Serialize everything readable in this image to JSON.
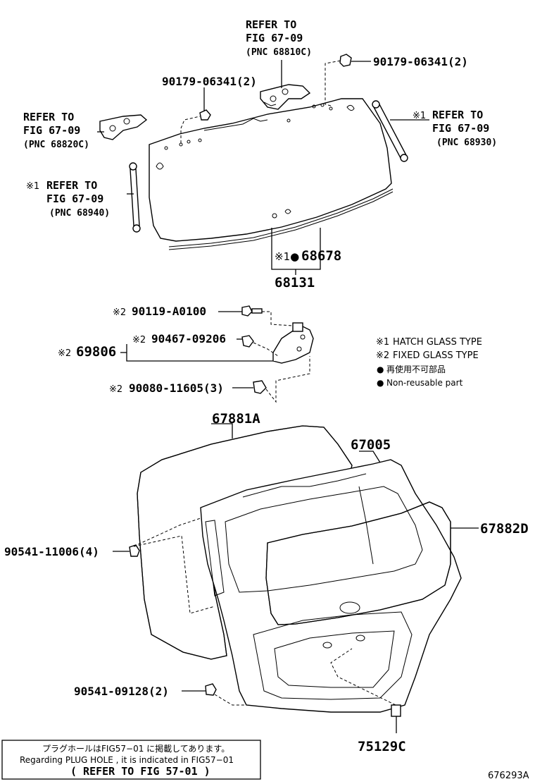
{
  "labels": {
    "refer_top_1": "REFER TO",
    "refer_top_2": "FIG 67-09",
    "refer_top_3": "(PNC 68810C)",
    "bolt_right": "90179-06341(2)",
    "bolt_left": "90179-06341(2)",
    "refer_left_1": "REFER TO",
    "refer_left_2": "FIG 67-09",
    "refer_left_3": "(PNC 68820C)",
    "refer_right_mark": "※1",
    "refer_right_1": "REFER TO",
    "refer_right_2": "FIG 67-09",
    "refer_right_3": "(PNC 68930)",
    "refer_strut_mark": "※1",
    "refer_strut_1": "REFER TO",
    "refer_strut_2": "FIG 67-09",
    "refer_strut_3": "(PNC 68940)",
    "glass_sub_mark": "※1●",
    "glass_sub": "68678",
    "glass": "68131",
    "bolt_90119_mark": "※2",
    "bolt_90119": "90119-A0100",
    "nut_90467_mark": "※2",
    "nut_90467": "90467-09206",
    "bracket_mark": "※2",
    "bracket": "69806",
    "screw_90080_mark": "※2",
    "screw_90080": "90080-11605(3)",
    "weatherstrip": "67881A",
    "door_panel": "67005",
    "garnish": "67882D",
    "clip_90541_11006": "90541-11006(4)",
    "clip_90541_09128": "90541-09128(2)",
    "plug": "75129C",
    "figure_id": "676293A"
  },
  "legend": [
    {
      "mark": "※1",
      "text": "HATCH GLASS TYPE"
    },
    {
      "mark": "※2",
      "text": "FIXED GLASS TYPE"
    },
    {
      "mark": "●",
      "text": "再使用不可部品"
    },
    {
      "mark": "●",
      "text": "Non-reusable part"
    }
  ],
  "note": {
    "line1": "プラグホールはFIG57−01 に掲載してあります。",
    "line2": "Regarding PLUG HOLE , it is indicated in FIG57−01",
    "line3": "( REFER TO FIG 57-01 )"
  }
}
